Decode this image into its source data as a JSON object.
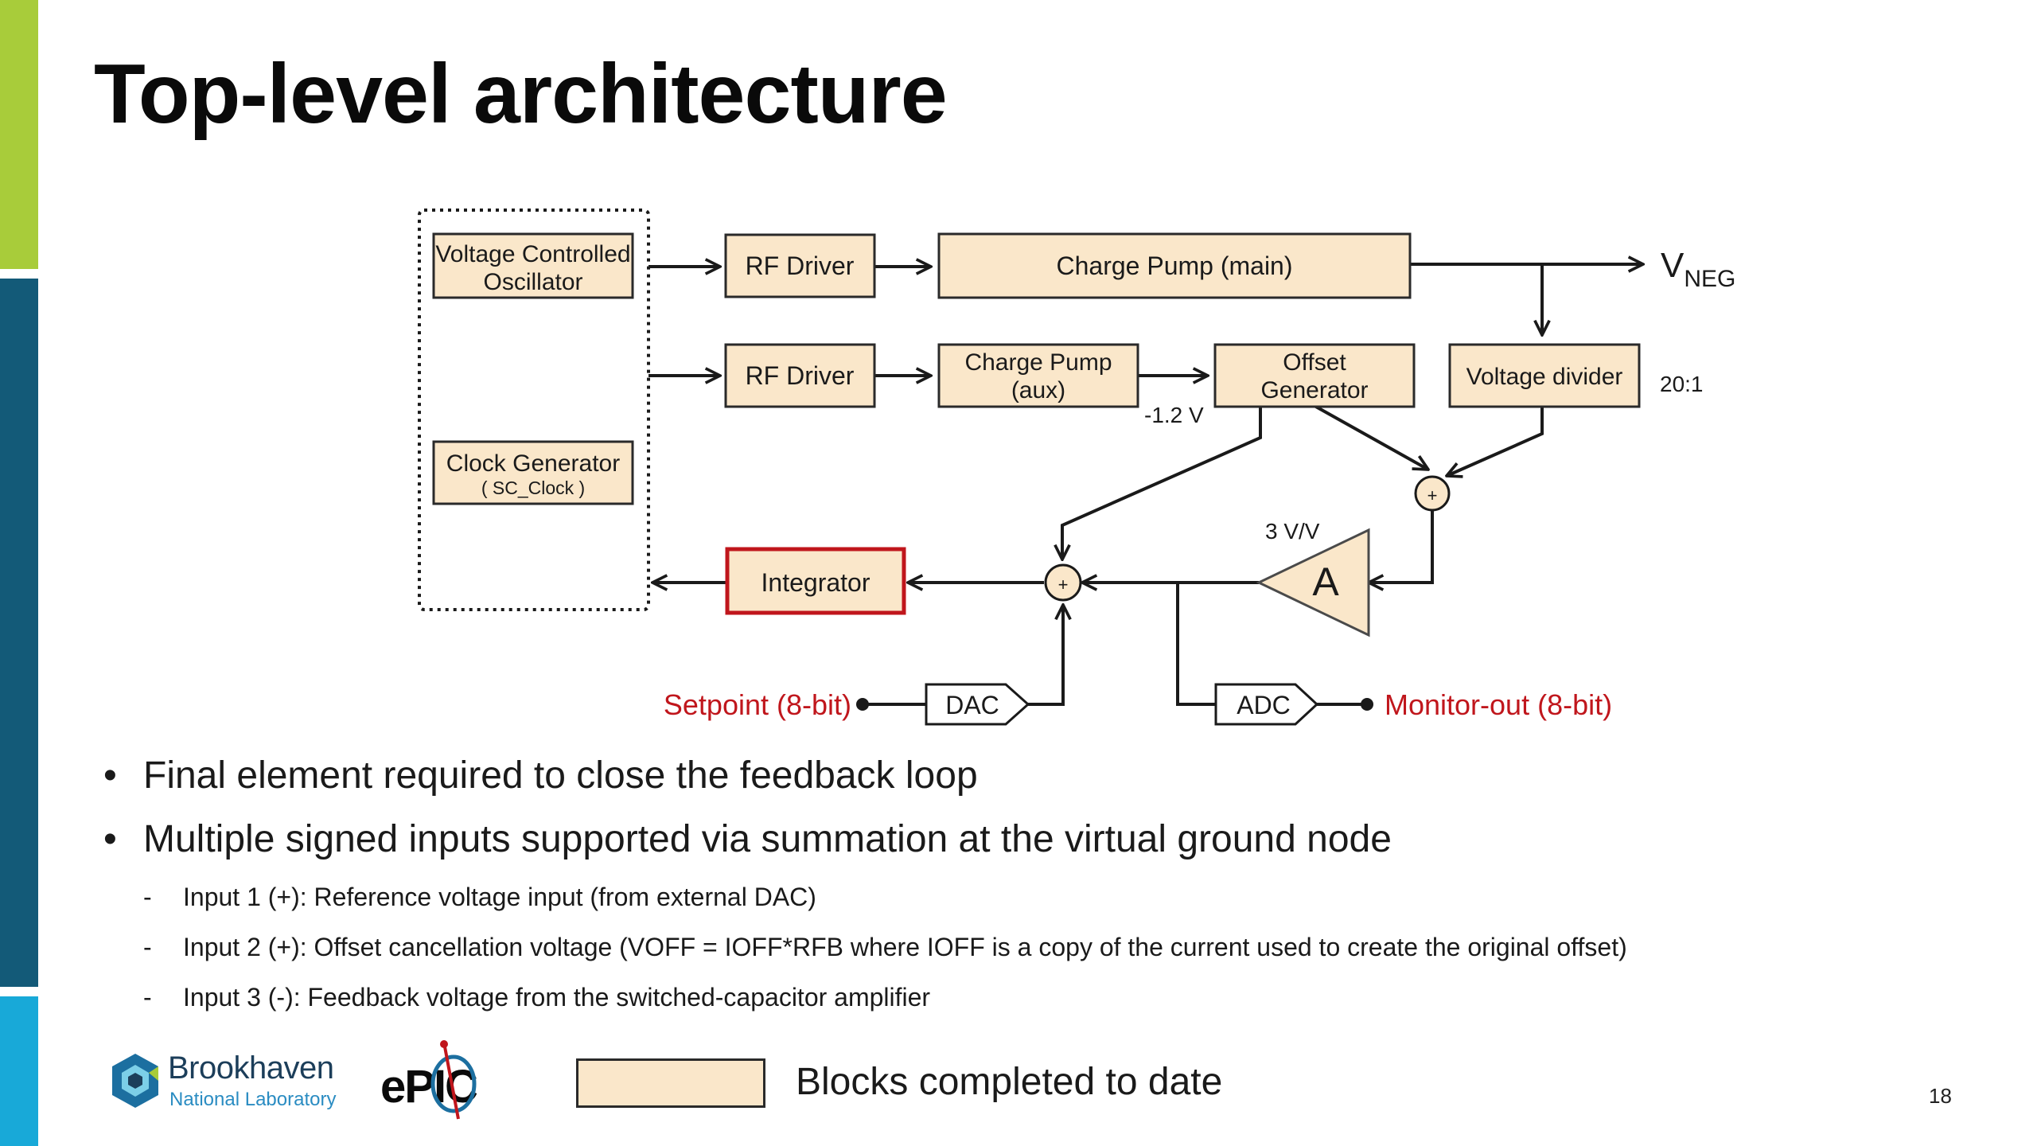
{
  "slide": {
    "title": "Top-level architecture",
    "page_number": "18"
  },
  "colors": {
    "block_fill": "#fae7ca",
    "highlight": "#c0161c",
    "accent_green": "#a8cc3a",
    "accent_navy": "#135a78",
    "accent_cyan": "#18a9d8"
  },
  "diagram": {
    "vco_label": [
      "Voltage Controlled",
      "Oscillator"
    ],
    "clock_label": [
      "Clock Generator",
      "( SC_Clock )"
    ],
    "rf_driver_1": "RF Driver",
    "rf_driver_2": "RF Driver",
    "charge_pump_main": "Charge Pump (main)",
    "charge_pump_aux": [
      "Charge Pump",
      "(aux)"
    ],
    "offset_generator": [
      "Offset",
      "Generator"
    ],
    "voltage_divider": "Voltage divider",
    "divider_ratio": "20:1",
    "vneg_main": "V",
    "vneg_sub": "NEG",
    "aux_voltage": "-1.2 V",
    "amp_gain": "3 V/V",
    "amp_symbol": "A",
    "integrator": "Integrator",
    "dac": "DAC",
    "adc": "ADC",
    "setpoint": "Setpoint (8-bit)",
    "monitor_out": "Monitor-out (8-bit)",
    "sum_plus": "+"
  },
  "bullets": [
    "Final element required to close the feedback loop",
    "Multiple signed inputs supported via summation at the virtual ground node"
  ],
  "sub_bullets": [
    "Input 1 (+): Reference voltage input (from external DAC)",
    "Input 2 (+): Offset cancellation voltage (VOFF = IOFF*RFB where IOFF is a copy of the current used to create the original offset)",
    "Input 3 (-): Feedback voltage from the switched-capacitor amplifier"
  ],
  "legend": {
    "label": "Blocks completed to date"
  },
  "logos": {
    "bnl_name": "Brookhaven",
    "bnl_sub": "National Laboratory",
    "epic": "ePIC"
  }
}
